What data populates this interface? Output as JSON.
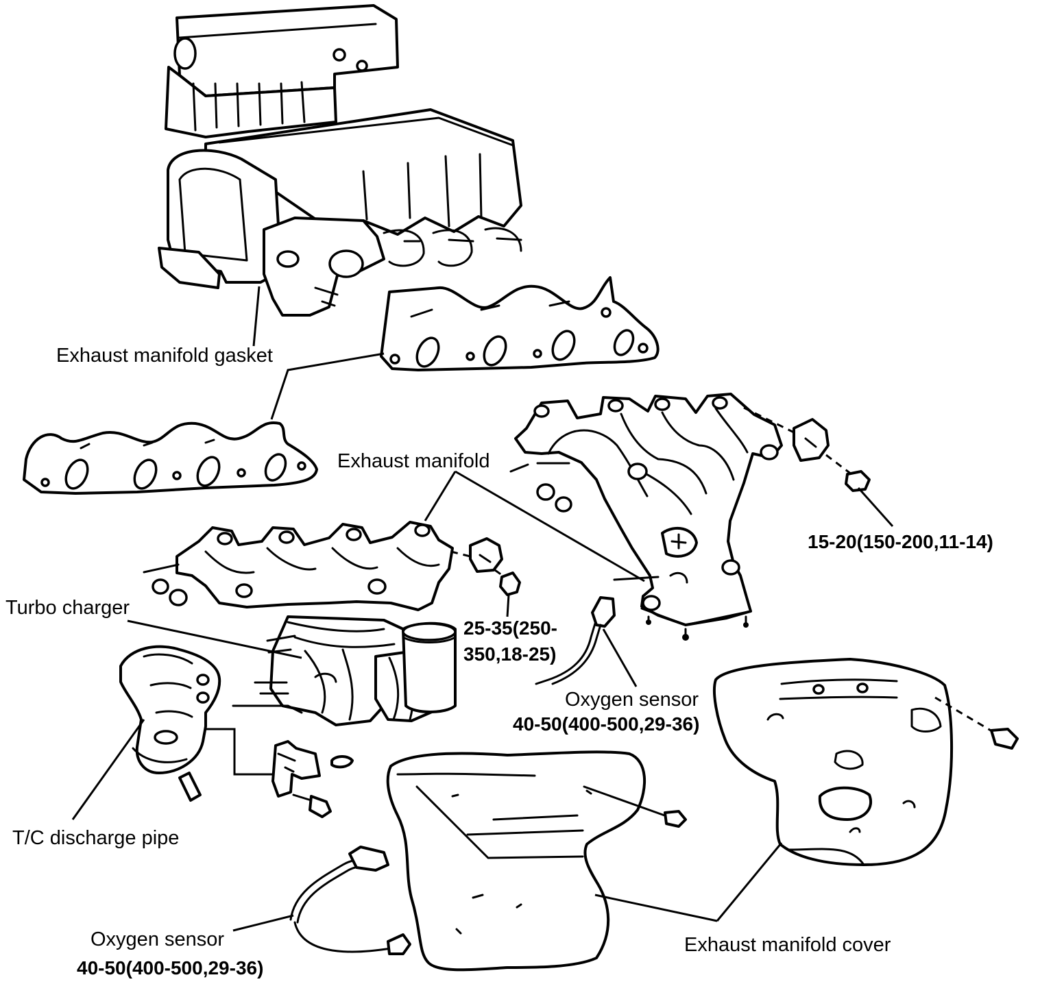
{
  "labels": {
    "exhaust_manifold_gasket": "Exhaust manifold gasket",
    "exhaust_manifold": "Exhaust manifold",
    "torque_upper_right": "15-20(150-200,11-14)",
    "turbo_charger": "Turbo charger",
    "torque_turbo_line1": "25-35(250-",
    "torque_turbo_line2": "350,18-25)",
    "oxygen_sensor_upper_name": "Oxygen sensor",
    "oxygen_sensor_upper_torque": "40-50(400-500,29-36)",
    "tc_discharge_pipe": "T/C discharge pipe",
    "oxygen_sensor_lower_name": "Oxygen sensor",
    "oxygen_sensor_lower_torque": "40-50(400-500,29-36)",
    "exhaust_manifold_cover": "Exhaust manifold cover"
  },
  "colors": {
    "line": "#000000",
    "background": "#ffffff"
  }
}
